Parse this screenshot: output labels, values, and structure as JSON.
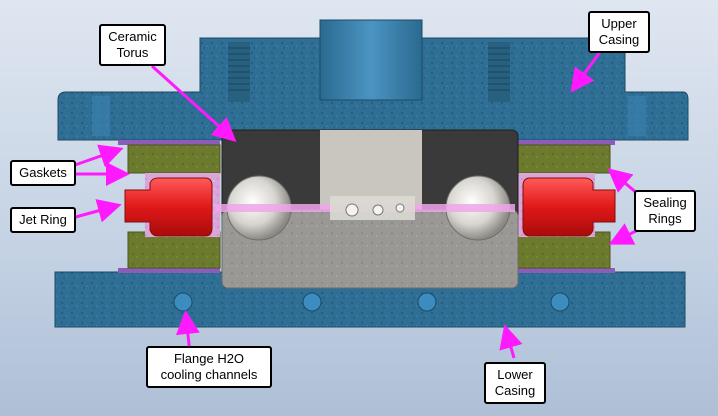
{
  "labels": {
    "ceramic_torus": [
      "Ceramic",
      "Torus"
    ],
    "upper_casing": [
      "Upper",
      "Casing"
    ],
    "gaskets": "Gaskets",
    "jet_ring": "Jet Ring",
    "sealing_rings": [
      "Sealing",
      "Rings"
    ],
    "flange_cooling": [
      "Flange H2O",
      "cooling channels"
    ],
    "lower_casing": [
      "Lower",
      "Casing"
    ]
  },
  "colors": {
    "casing": "#2f6f95",
    "torus": "#3a3a3a",
    "core": "#9a9894",
    "seal": "#6c7a2e",
    "jet": "#e02020",
    "gasket": "#8b5db8",
    "arrow": "#ff19ff"
  },
  "icons": [
    "arrow-pointer"
  ]
}
